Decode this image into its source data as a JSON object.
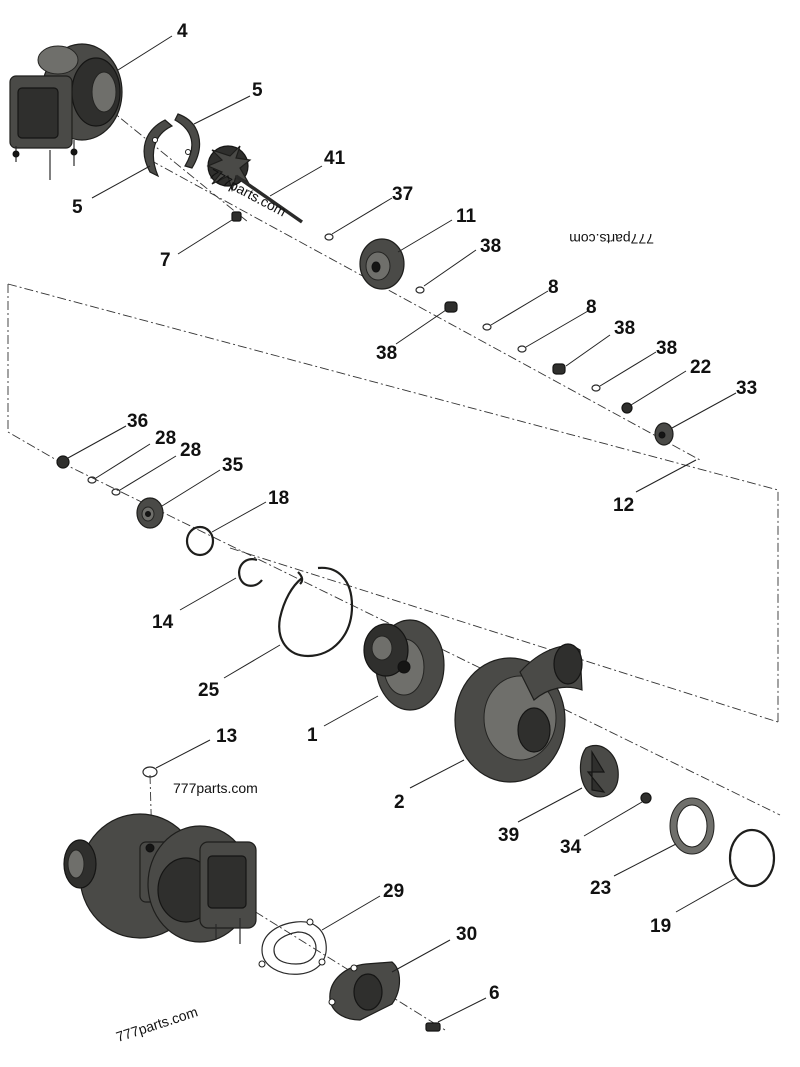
{
  "watermarks": [
    "777parts.com",
    "777parts.com",
    "777parts.com",
    "777parts.com"
  ],
  "callouts": [
    "4",
    "5",
    "5",
    "41",
    "7",
    "37",
    "11",
    "38",
    "38",
    "8",
    "38",
    "8",
    "38",
    "22",
    "33",
    "12",
    "36",
    "28",
    "28",
    "35",
    "18",
    "14",
    "25",
    "1",
    "2",
    "13",
    "39",
    "34",
    "23",
    "19",
    "29",
    "30",
    "6"
  ]
}
